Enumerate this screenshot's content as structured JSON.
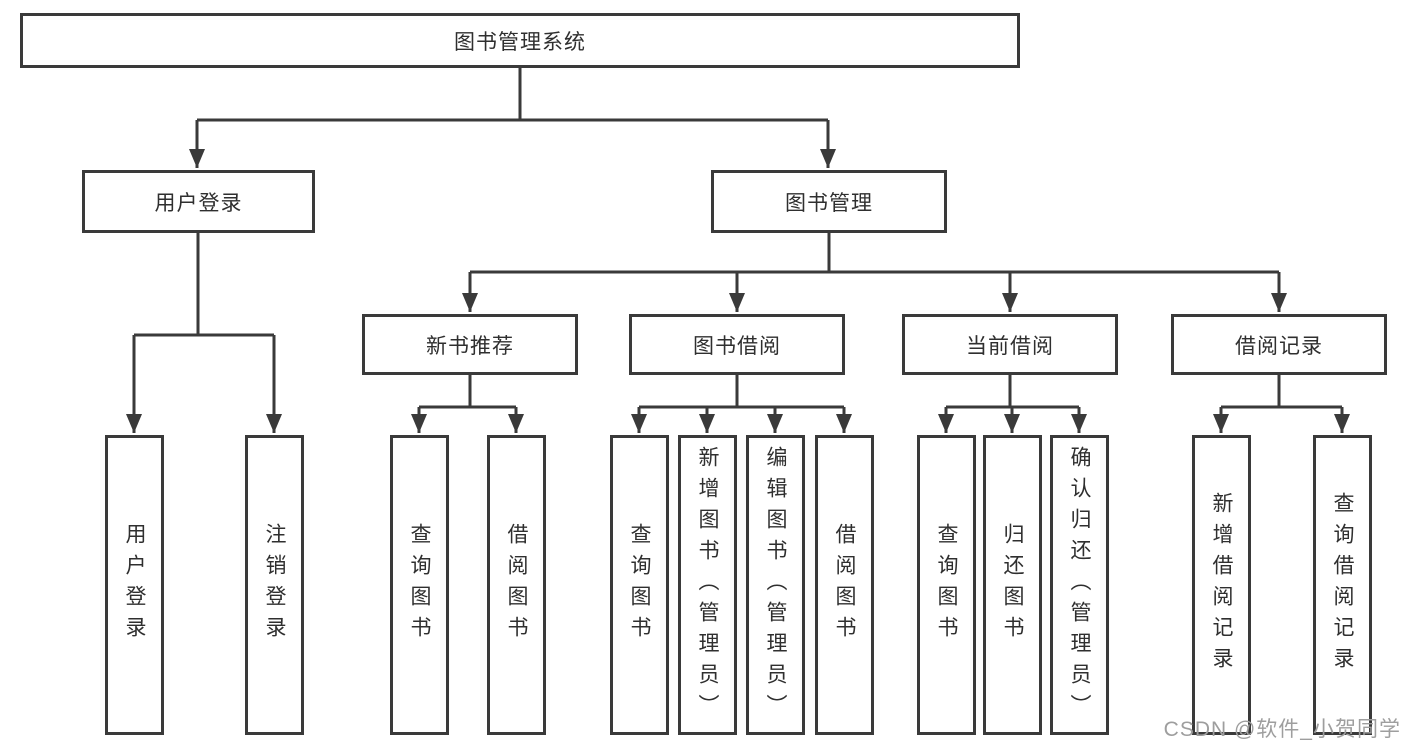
{
  "colors": {
    "line": "#3a3a3a",
    "text": "#2f2f2f",
    "watermark": "#9e9e9e",
    "background": "#ffffff"
  },
  "watermark": "CSDN @软件_小贺同学",
  "diagram": {
    "root": {
      "label": "图书管理系统"
    },
    "branches": [
      {
        "label": "用户登录",
        "children": [
          {
            "label": "用户登录"
          },
          {
            "label": "注销登录"
          }
        ]
      },
      {
        "label": "图书管理",
        "children": [
          {
            "label": "新书推荐",
            "children": [
              {
                "label": "查询图书"
              },
              {
                "label": "借阅图书"
              }
            ]
          },
          {
            "label": "图书借阅",
            "children": [
              {
                "label": "查询图书"
              },
              {
                "label": "新增图书（管理员）"
              },
              {
                "label": "编辑图书（管理员）"
              },
              {
                "label": "借阅图书"
              }
            ]
          },
          {
            "label": "当前借阅",
            "children": [
              {
                "label": "查询图书"
              },
              {
                "label": "归还图书"
              },
              {
                "label": "确认归还（管理员）"
              }
            ]
          },
          {
            "label": "借阅记录",
            "children": [
              {
                "label": "新增借阅记录"
              },
              {
                "label": "查询借阅记录"
              }
            ]
          }
        ]
      }
    ]
  }
}
